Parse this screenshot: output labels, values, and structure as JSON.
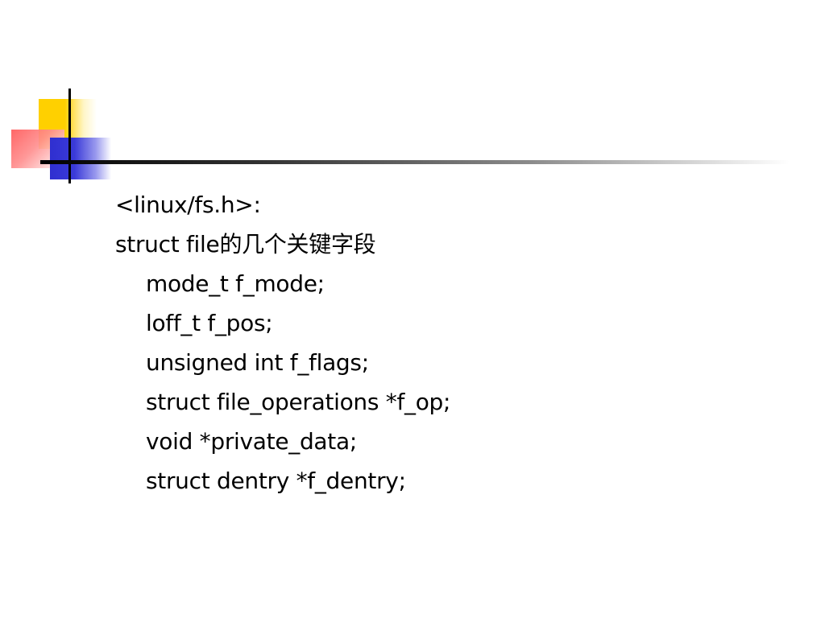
{
  "slide": {
    "lines": [
      "<linux/fs.h>:",
      "struct file的几个关键字段",
      "mode_t f_mode;",
      "loff_t f_pos;",
      "unsigned int f_flags;",
      "struct file_operations *f_op;",
      "void *private_data;",
      "struct dentry *f_dentry;"
    ]
  },
  "colors": {
    "background": "#ffffff",
    "text": "#000000",
    "ornament_yellow": "#ffd000",
    "ornament_red": "#ff5a5a",
    "ornament_blue": "#2f2fd0"
  }
}
